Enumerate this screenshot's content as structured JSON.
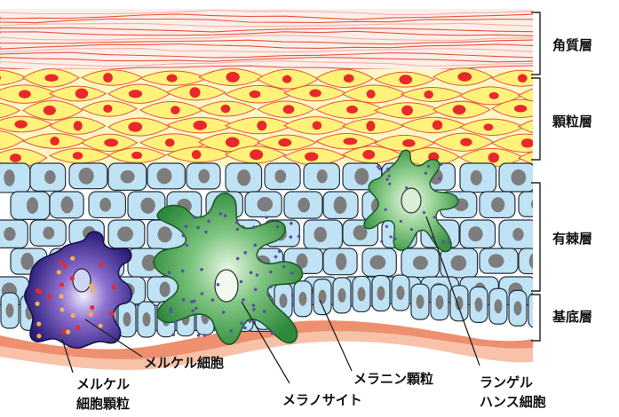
{
  "layers": {
    "stratum_corneum": "角質層",
    "stratum_granulosum": "顆粒層",
    "stratum_spinosum": "有棘層",
    "stratum_basale": "基底層"
  },
  "callouts": {
    "merkel_cell": "メルケル細胞",
    "merkel_granules_line1": "メルケル",
    "merkel_granules_line2": "細胞顆粒",
    "melanocyte": "メラノサイト",
    "melanin_granules": "メラニン顆粒",
    "langerhans_line1": "ランゲル",
    "langerhans_line2": "ハンス細胞"
  },
  "colors": {
    "corneum_line": "#e8553f",
    "granular_fill": "#fff27a",
    "granular_nucleus": "#e8282a",
    "spinous_fill": "#bfe2f5",
    "cell_nucleus": "#7d7d7d",
    "melanocyte_fill": "#3e9b4a",
    "merkel_fill": "#3b2a86",
    "dermis_band": "#f4a98a"
  }
}
